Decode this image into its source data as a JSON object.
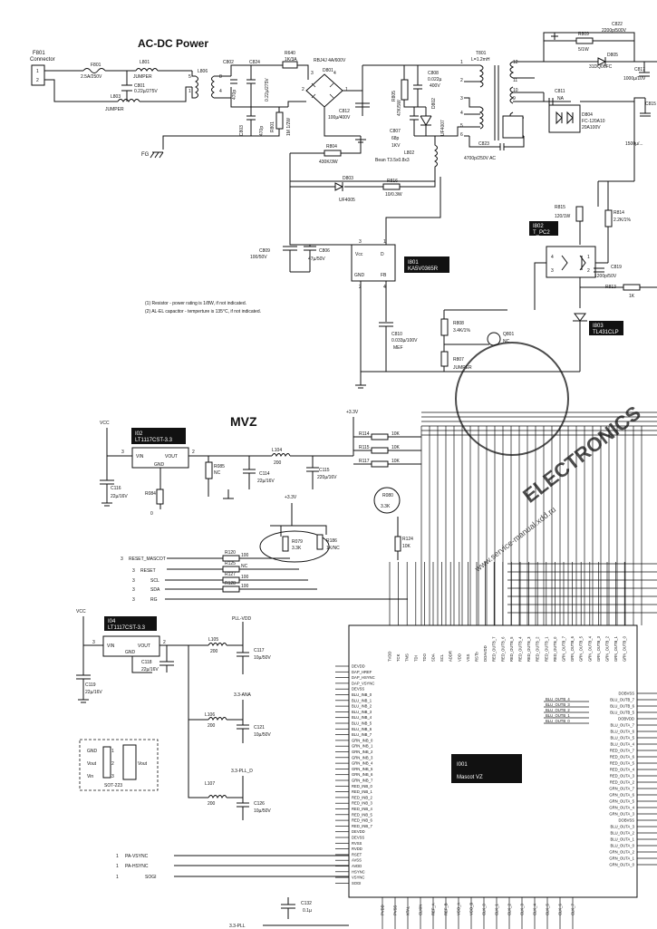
{
  "sections": {
    "acdc_title": "AC-DC Power",
    "mvz_title": "MVZ"
  },
  "notes": [
    "(1) Resistor - power rating is 1/8W, if not indicated.",
    "(2) AL-EL capacitor - temperture is 135°C, if not indicated."
  ],
  "watermark": {
    "main": "ELECTRONICS",
    "sub": "www.service-manual.xdd.ru"
  },
  "acdc": {
    "connector": [
      "F801",
      "Connector"
    ],
    "fuse": [
      "F801",
      "2.5A/250V"
    ],
    "l801": [
      "L801",
      "JUMPER"
    ],
    "c801": [
      "C801",
      "0.22µ/275V"
    ],
    "l803": [
      "L803",
      "JUMPER"
    ],
    "l806": "L806",
    "c802": [
      "C802",
      "470p"
    ],
    "c824": [
      "C824",
      "0.22µ/275V"
    ],
    "r640": [
      "R640",
      "1K/3A"
    ],
    "bridge": [
      "RBJ4J 4A/600V",
      "D801"
    ],
    "c803": [
      "C803",
      "470p"
    ],
    "r801": [
      "R801",
      "1M 1/2W"
    ],
    "c812": [
      "C812",
      "100µ/400V"
    ],
    "r805": [
      "R805",
      "47K/5W"
    ],
    "c808": [
      "C808",
      "0.022µ",
      "400V"
    ],
    "c807": [
      "C807",
      "68p",
      "1KV"
    ],
    "d802": [
      "D802",
      "UF4007"
    ],
    "t801": [
      "T801",
      "L=1.2mH"
    ],
    "c822": [
      "C822",
      "2200p/500V"
    ],
    "r809": [
      "R809",
      "5/1W"
    ],
    "d805": [
      "D805",
      "31DQ06FC"
    ],
    "c817": [
      "C817",
      "1000µ/10V"
    ],
    "c811": [
      "C811",
      "NA"
    ],
    "d804": [
      "D804",
      "FC-120A10",
      "20A100V"
    ],
    "c823": [
      "C823",
      "4700p/250V AC"
    ],
    "l802": [
      "L802",
      "Bean T3.5x0.8x3"
    ],
    "r804": [
      "R804",
      "430K/3W"
    ],
    "r816": [
      "R816",
      "10/0.3W"
    ],
    "d803": [
      "D803",
      "UF4005"
    ],
    "r815": [
      "R815",
      "120/1W"
    ],
    "r814": [
      "R814",
      "2.2K/1%"
    ],
    "i802": [
      "I802",
      "T_PC2"
    ],
    "c809": [
      "C809",
      "100/50V"
    ],
    "c806": [
      "C806",
      "47µ/50V"
    ],
    "i801": [
      "I801",
      "KA5V0365R"
    ],
    "c810": [
      "C810",
      "0.033µ/100V",
      "MEF"
    ],
    "r808": [
      "R808",
      "3.4K/1%"
    ],
    "r807": [
      "R807",
      "JUMPER"
    ],
    "q801": [
      "Q801",
      "NC"
    ],
    "c819": [
      "C819",
      "1200p/50V"
    ],
    "r813": [
      "R813",
      "1K"
    ],
    "i803": [
      "I803",
      "TL431CLP"
    ],
    "c815": [
      "C815",
      "1500µ/..."
    ],
    "fg": "FG",
    "pin_labels": {
      "vcc": "Vcc",
      "d": "D",
      "gnd": "GND",
      "fb": "FB",
      "p3": "3",
      "p1": "1",
      "p2": "2",
      "p4": "4"
    },
    "t_pins": [
      "1",
      "2",
      "3",
      "4",
      "5",
      "6",
      "12",
      "11",
      "10",
      "9",
      "8",
      "7"
    ]
  },
  "mvz": {
    "vcc": "VCC",
    "i02": [
      "I02",
      "LT1117CST-3.3"
    ],
    "i04": [
      "I04",
      "LT1117CST-3.3"
    ],
    "reg_pins": {
      "vin": "VIN",
      "vout": "VOUT",
      "gnd": "GND"
    },
    "r085": [
      "R085",
      "NC"
    ],
    "r084": [
      "R084",
      "0"
    ],
    "c116": [
      "C116",
      "22µ/16V"
    ],
    "l104": [
      "L104",
      "200"
    ],
    "c114": [
      "C114",
      "22µ/16V"
    ],
    "c115": [
      "C115",
      "220µ/16V"
    ],
    "v33": "+3.3V",
    "r114": [
      "R114",
      "10K"
    ],
    "r115": [
      "R115",
      "10K"
    ],
    "r117": [
      "R117",
      "10K"
    ],
    "q080": [
      "R080",
      "3.3K"
    ],
    "r079": [
      "R079",
      "3.3K"
    ],
    "r186": [
      "R186",
      "1K/NC"
    ],
    "r124": [
      "R124",
      "10K"
    ],
    "signals": [
      "RESET_MASCOT",
      "RESET",
      "SCL",
      "SDA",
      "RG"
    ],
    "signal_nums": [
      "3",
      "3",
      "3",
      "3",
      "3"
    ],
    "sig_res": [
      [
        "R120",
        "100"
      ],
      [
        "R125",
        "NC"
      ],
      [
        "R127",
        "100"
      ],
      [
        "R128",
        "100"
      ]
    ],
    "pll_vdd": "PLL-VDD",
    "l105": [
      "L105",
      "200"
    ],
    "c117": [
      "C117",
      "10µ/50V"
    ],
    "c119": [
      "C119",
      "22µ/16V"
    ],
    "c118": [
      "C118",
      "22µ/16V"
    ],
    "ana": "3.3-ANA",
    "l106": [
      "L106",
      "200"
    ],
    "c121": [
      "C121",
      "10µ/50V"
    ],
    "pll_d": "3.3-PLL_D",
    "l107": [
      "L107",
      "200"
    ],
    "c126": [
      "C126",
      "10µ/50V"
    ],
    "sot": {
      "title": "SOT-223",
      "pins": [
        "GND",
        "Vout",
        "Vin"
      ],
      "nums": [
        "1",
        "2",
        "3"
      ],
      "vout": "Vout"
    },
    "pa_sigs": [
      "PA-VSYNC",
      "PA-HSYNC",
      "SOGI"
    ],
    "pa_nums": [
      "1",
      "1",
      "1"
    ],
    "c132": [
      "C132",
      "0.1µ"
    ],
    "pll_bottom": "3.3-PLL",
    "chip": [
      "I001",
      "Mascot VZ"
    ],
    "left_pins": [
      "DEVDD",
      "DAP_HREF",
      "DAP_HSYNC",
      "DAP_VSYNC",
      "DEVSS",
      "BLU_INB_0",
      "BLU_INB_1",
      "BLU_INB_2",
      "BLU_INB_3",
      "BLU_INB_4",
      "BLU_INB_5",
      "BLU_INB_6",
      "BLU_INB_7",
      "GRN_INB_0",
      "GRN_INB_1",
      "GRN_INB_2",
      "GRN_INB_3",
      "GRN_INB_4",
      "GRN_INB_5",
      "GRN_INB_6",
      "GRN_INB_7",
      "RED_INB_0",
      "RED_INB_1",
      "RED_INB_2",
      "RED_INB_3",
      "RED_INB_4",
      "RED_INB_5",
      "RED_INB_6",
      "RED_INB_7",
      "DEVDD",
      "DEVSS",
      "RVSS",
      "RVDD",
      "RSET",
      "AVSS",
      "AVDD",
      "HSYNC",
      "VSYNC",
      "SOGI"
    ],
    "right_pins": [
      "DOBVSS",
      "BLU_OUTB_7",
      "BLU_OUTB_6",
      "BLU_OUTB_5",
      "DOBVDD",
      "BLU_OUTA_7",
      "BLU_OUTA_6",
      "BLU_OUTA_5",
      "BLU_OUTA_4",
      "RED_OUTA_7",
      "RED_OUTA_6",
      "RED_OUTA_5",
      "RED_OUTA_4",
      "RED_OUTA_3",
      "RED_OUTA_2",
      "GRN_OUTA_7",
      "GRN_OUTA_6",
      "GRN_OUTA_5",
      "GRN_OUTA_4",
      "GRN_OUTA_3",
      "DOBVSS",
      "BLU_OUTA_3",
      "BLU_OUTA_2",
      "BLU_OUTA_1",
      "BLU_OUTA_0",
      "GRN_OUTA_2",
      "GRN_OUTA_1",
      "GRN_OUTA_0"
    ],
    "inner_pins": [
      "BLU_OUTB_4",
      "BLU_OUTB_3",
      "BLU_OUTB_2",
      "BLU_OUTB_1",
      "BLU_OUTB_0"
    ],
    "top_pins": [
      "TVDD",
      "TCK",
      "TMS",
      "TDI",
      "TDO",
      "SDA",
      "SCL",
      "ADDR",
      "VDD",
      "VSS",
      "RSTb",
      "DOAVDD",
      "RED_OUTB_7",
      "RED_OUTB_6",
      "RED_OUTB_5",
      "RED_OUTB_4",
      "RED_OUTB_3",
      "RED_OUTB_2",
      "RED_OUTB_1",
      "RED_OUTB_0",
      "GRN_OUTB_7",
      "GRN_OUTB_6",
      "GRN_OUTB_5",
      "GRN_OUTB_4",
      "GRN_OUTB_3",
      "GRN_OUTB_2",
      "GRN_OUTB_1",
      "GRN_OUTB_0"
    ],
    "bottom_pins": [
      "PVDD",
      "PVSS",
      "XTAL",
      "CLKIN",
      "REF_A",
      "REF_B",
      "VCO_A",
      "VCO_B",
      "CLK_0",
      "CLK_1",
      "CLK_2",
      "CLK_3",
      "CLK_4",
      "CLK_5",
      "CLK_6",
      "CLK_7"
    ]
  }
}
